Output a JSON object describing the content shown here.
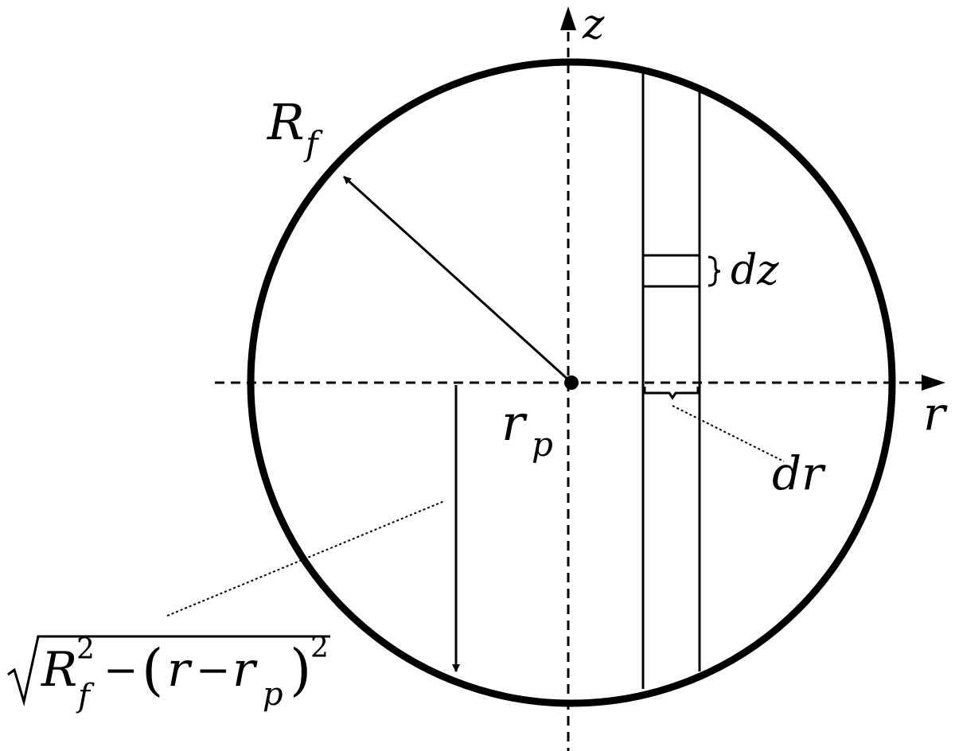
{
  "labels": {
    "z_axis": "z",
    "r_axis": "r",
    "radius_main": "R",
    "radius_sub": "f",
    "center_main": "r",
    "center_sub": "p",
    "dz": "dz",
    "dr": "dr",
    "formula": {
      "R": "R",
      "R_sup": "2",
      "R_sub": "f",
      "minus1": "−",
      "open_paren": "(",
      "r": "r",
      "minus2": "−",
      "rp_main": "r",
      "rp_sub": "p",
      "close_paren": ")",
      "outer_sup": "2"
    }
  },
  "colors": {
    "ink": "#000000",
    "background": "#ffffff"
  }
}
